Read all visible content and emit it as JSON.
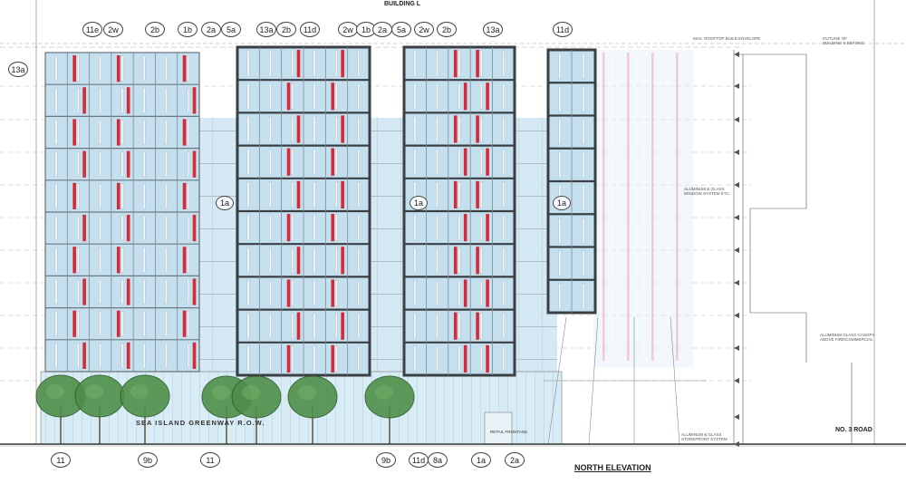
{
  "building_title": "BUILDING L",
  "elevation_title": "NORTH ELEVATION",
  "road_label": "NO. 3 ROAD",
  "greenway_label": "SEA ISLAND GREENWAY R.O.W.",
  "retail_label": "RETAIL FRONTAGE",
  "top_tags": [
    {
      "text": "11e"
    },
    {
      "text": "2w"
    },
    {
      "text": "2b"
    },
    {
      "text": "1b"
    },
    {
      "text": "2a"
    },
    {
      "text": "5a"
    },
    {
      "text": "13a"
    },
    {
      "text": "2b"
    },
    {
      "text": "11d"
    },
    {
      "text": "2w"
    },
    {
      "text": "1b"
    },
    {
      "text": "2a"
    },
    {
      "text": "5a"
    },
    {
      "text": "2w"
    },
    {
      "text": "2b"
    },
    {
      "text": "13a"
    },
    {
      "text": "11d"
    }
  ],
  "side_tag": "13a",
  "mid_tags": [
    "1a",
    "1a",
    "1a"
  ],
  "bottom_tags": [
    {
      "text": "11"
    },
    {
      "text": "9b"
    },
    {
      "text": "11"
    },
    {
      "text": "9b"
    },
    {
      "text": "11d"
    },
    {
      "text": "8a"
    },
    {
      "text": "1a"
    },
    {
      "text": "2a"
    }
  ],
  "notes": {
    "top_right_1": "MAX. ROOFTOP BUILD ENVELOPE",
    "top_right_2": "OUTLINE OF\nBUILDING K BEYOND",
    "right_mid": "ALUMINUM & GLASS\nWINDOW SYSTEM ETC.",
    "right_low": "ALUMINUM GLASS CANOPY\nABOVE FIRE/COMMERCIAL",
    "bottom_mid": "ALUMINUM & GLASS\nSTOREFRONT SYSTEM"
  },
  "colors": {
    "red_fin": "#d42a3a",
    "glass": "#c4e0ef",
    "frame": "#3a3f44",
    "tree": "#4f8f4a"
  }
}
